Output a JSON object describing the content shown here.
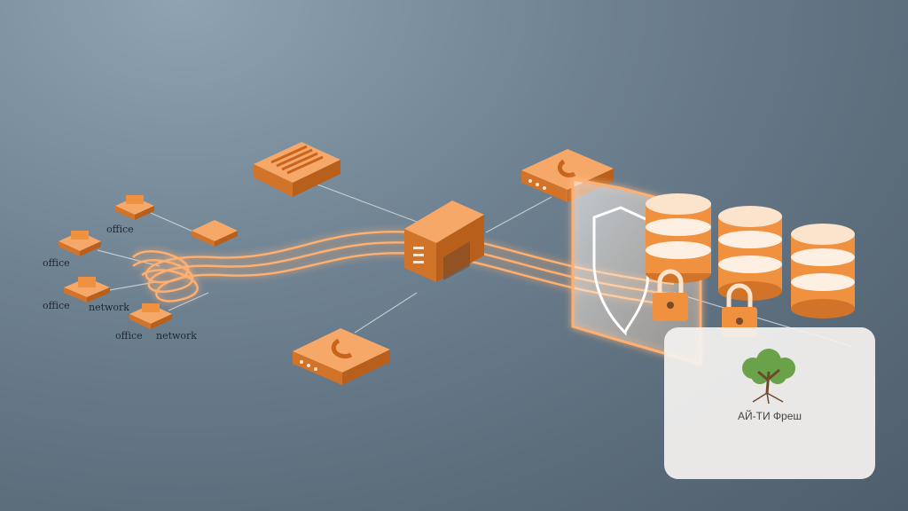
{
  "colors": {
    "accent": "#f0913f",
    "accent_dark": "#c96a22",
    "background": "#6f8292",
    "card": "#f2f0ee"
  },
  "office_labels": [
    "office",
    "office",
    "office",
    "office"
  ],
  "network_labels": [
    "network",
    "network"
  ],
  "watermark": {
    "text": "АЙ-ТИ Фреш",
    "icon": "tree-icon"
  },
  "icons": [
    "router-icon",
    "building-icon",
    "gateway-icon",
    "server-icon",
    "shield-icon",
    "database-icon",
    "padlock-icon",
    "tree-icon"
  ]
}
